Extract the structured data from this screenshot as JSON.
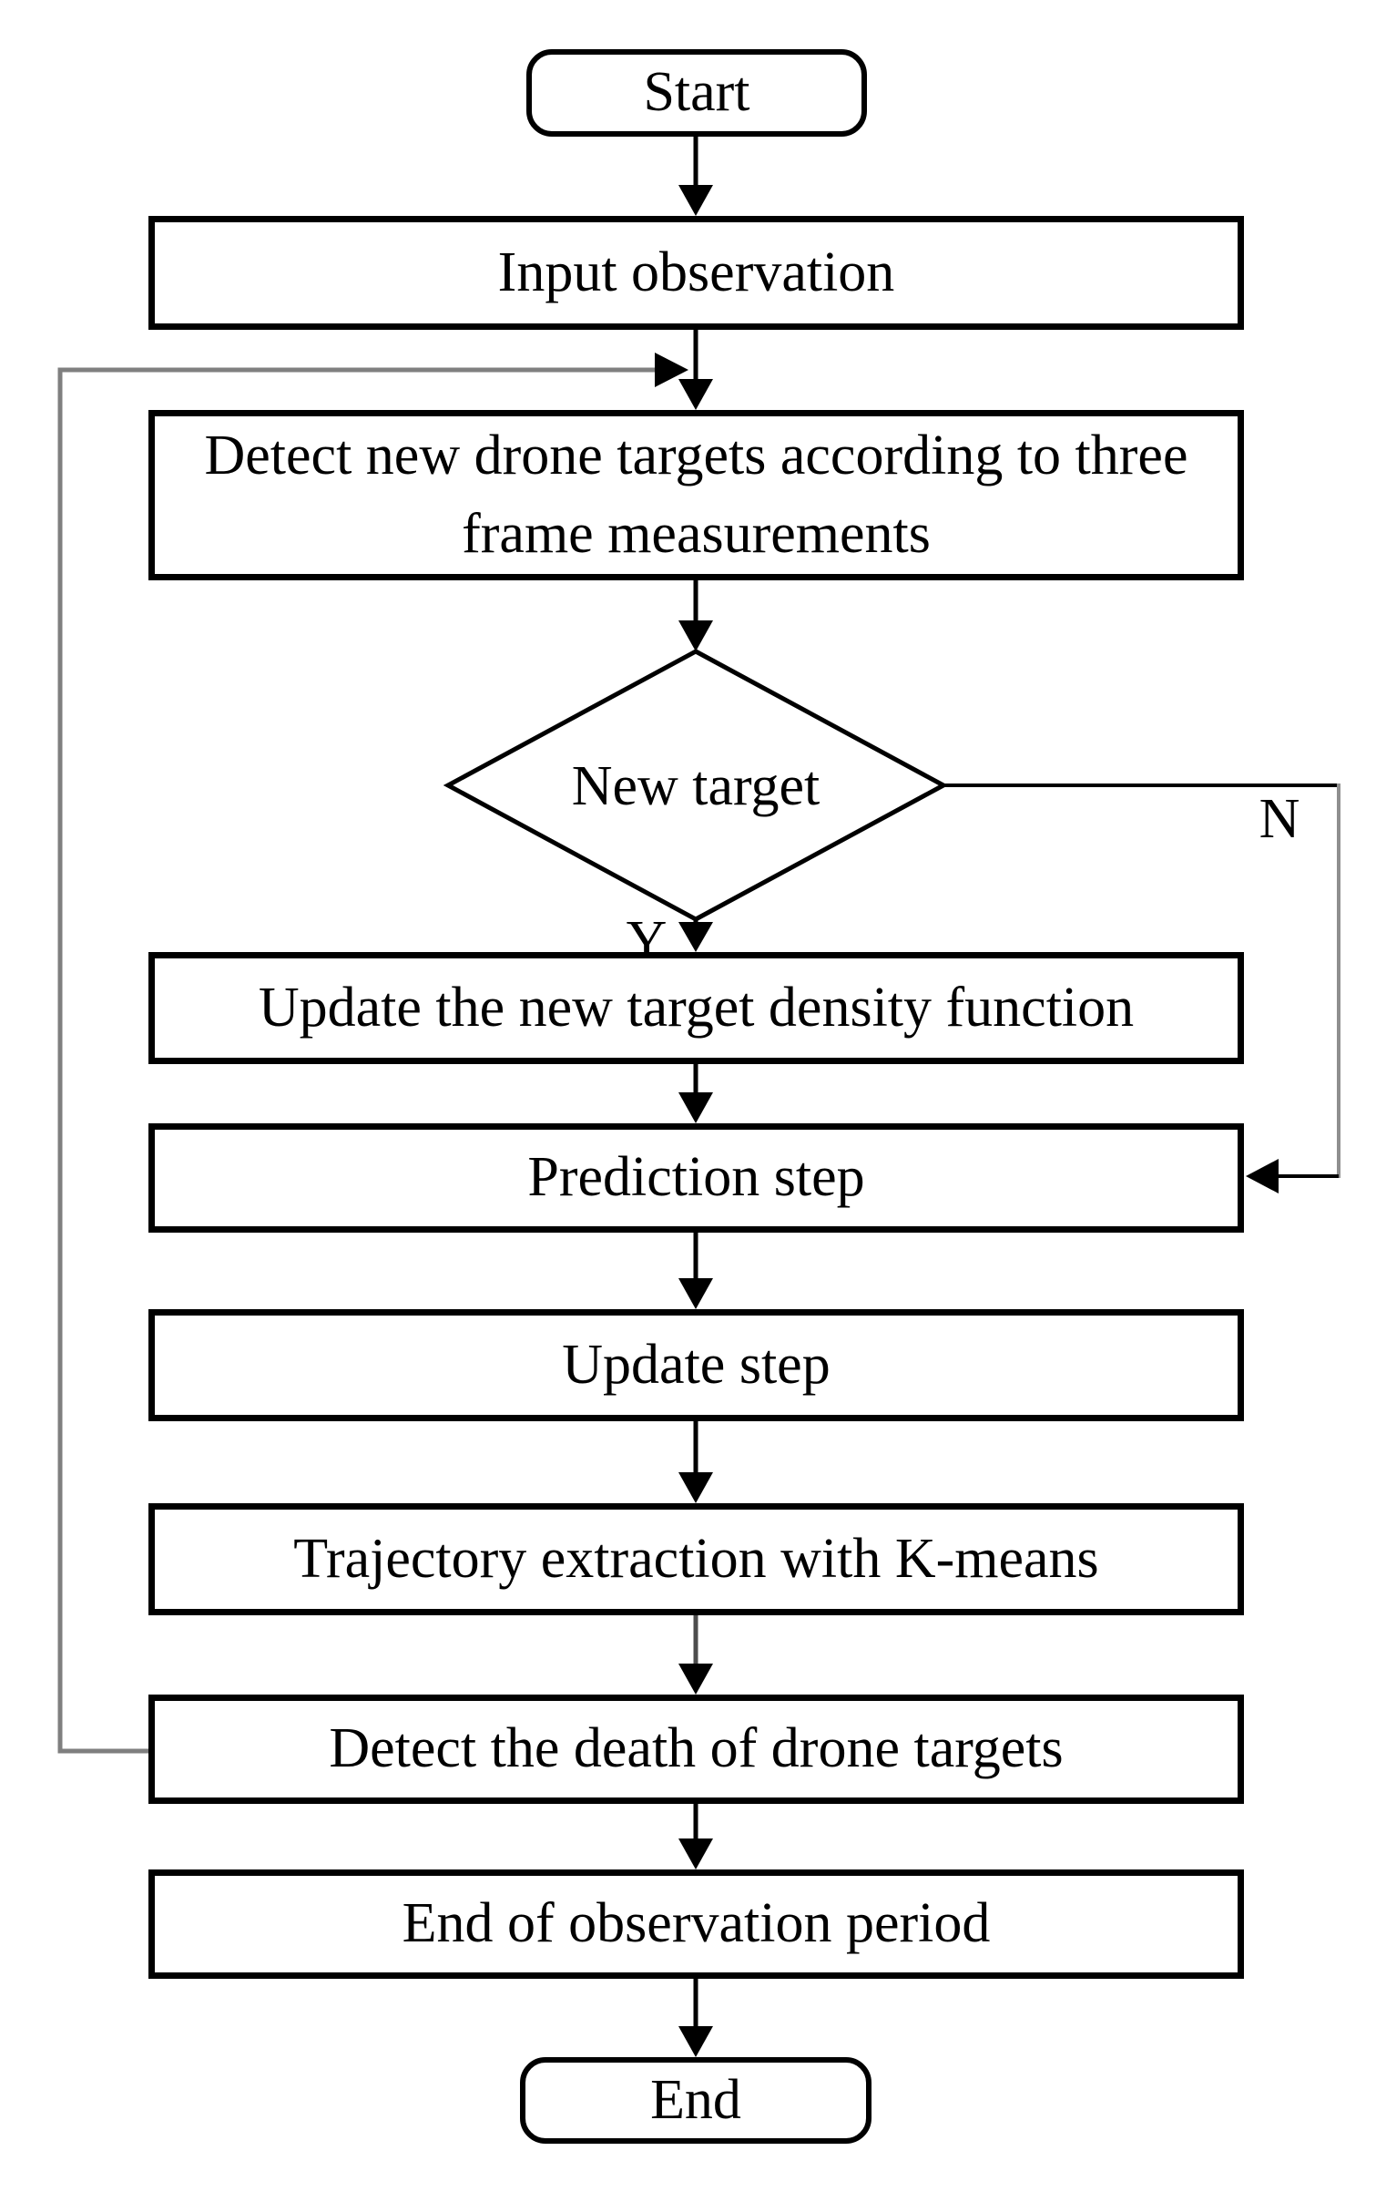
{
  "figure": {
    "background": "#ffffff",
    "ink": "#000000",
    "return_line_color": "#7f7f7f",
    "no_branch_line_color": "#8f8f8f",
    "faded_stem_color": "#4d4d4d"
  },
  "flowchart": {
    "nodes": {
      "start": {
        "label": "Start"
      },
      "input_observation": {
        "label": "Input observation"
      },
      "detect_new_targets": {
        "lines": [
          "Detect new drone targets according to three",
          "frame measurements"
        ]
      },
      "new_target_decision": {
        "label": "New target"
      },
      "update_density": {
        "label": "Update the new target density function"
      },
      "prediction_step": {
        "label": "Prediction step"
      },
      "update_step": {
        "label": "Update step"
      },
      "trajectory_extraction": {
        "label": "Trajectory extraction with K-means"
      },
      "detect_death": {
        "label": "Detect the death of drone targets"
      },
      "end_observation": {
        "label": "End of observation period"
      },
      "end": {
        "label": "End"
      }
    },
    "branch_labels": {
      "yes": "Y",
      "no": "N"
    }
  }
}
